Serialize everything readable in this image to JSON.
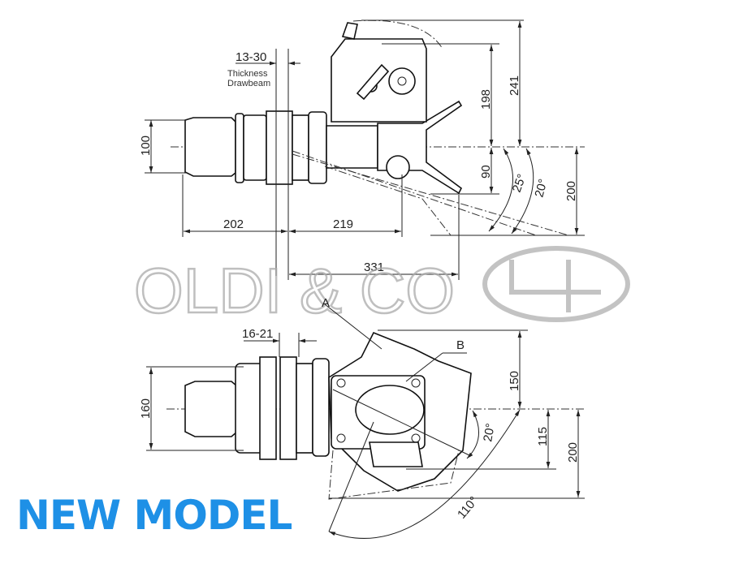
{
  "top_view": {
    "thickness_range": "13-30",
    "thickness_label_1": "Thickness",
    "thickness_label_2": "Drawbeam",
    "dim_height": "100",
    "dim_rear": "202",
    "dim_front": "219",
    "dim_total": "331",
    "dim_pin_height": "198",
    "dim_top_height": "241",
    "dim_below": "90",
    "angle_1": "25°",
    "angle_2": "20°",
    "dim_down": "200"
  },
  "bottom_view": {
    "label_a": "A",
    "label_b": "B",
    "thickness_range": "16-21",
    "dim_height": "160",
    "dim_up": "150",
    "angle": "20°",
    "dim_down_1": "115",
    "dim_down_2": "200",
    "swing_angle": "110°"
  },
  "watermark": {
    "text": "OLDI & CO"
  },
  "banner": {
    "text": "NEW MODEL",
    "color": "#1e90e6"
  }
}
